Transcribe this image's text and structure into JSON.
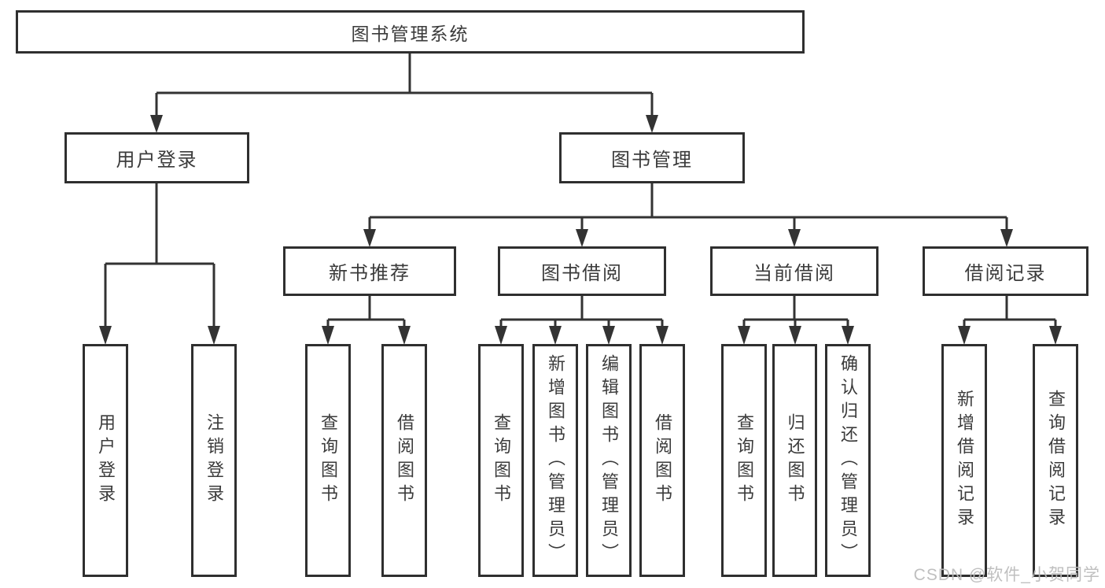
{
  "diagram": {
    "type": "hierarchy-tree",
    "nodes": {
      "root": {
        "label": "图书管理系统",
        "children": [
          "user_login",
          "book_management"
        ]
      },
      "user_login": {
        "label": "用户登录",
        "children": [
          "login",
          "logout"
        ]
      },
      "book_management": {
        "label": "图书管理",
        "children": [
          "new_book_recommend",
          "book_borrow",
          "current_borrow",
          "borrow_records"
        ]
      },
      "new_book_recommend": {
        "label": "新书推荐",
        "children": [
          "nb_query_books",
          "nb_borrow_books"
        ]
      },
      "book_borrow": {
        "label": "图书借阅",
        "children": [
          "bb_query_books",
          "bb_add_books",
          "bb_edit_books",
          "bb_borrow_books"
        ]
      },
      "current_borrow": {
        "label": "当前借阅",
        "children": [
          "cb_query_books",
          "cb_return_books",
          "cb_confirm_return"
        ]
      },
      "borrow_records": {
        "label": "借阅记录",
        "children": [
          "br_add_record",
          "br_query_record"
        ]
      },
      "login": {
        "label": "用户登录"
      },
      "logout": {
        "label": "注销登录"
      },
      "nb_query_books": {
        "label": "查询图书"
      },
      "nb_borrow_books": {
        "label": "借阅图书"
      },
      "bb_query_books": {
        "label": "查询图书"
      },
      "bb_add_books": {
        "label": "新增图书（管理员）"
      },
      "bb_edit_books": {
        "label": "编辑图书（管理员）"
      },
      "bb_borrow_books": {
        "label": "借阅图书"
      },
      "cb_query_books": {
        "label": "查询图书"
      },
      "cb_return_books": {
        "label": "归还图书"
      },
      "cb_confirm_return": {
        "label": "确认归还（管理员）"
      },
      "br_add_record": {
        "label": "新增借阅记录"
      },
      "br_query_record": {
        "label": "查询借阅记录"
      }
    }
  },
  "watermark": {
    "text": "CSDN @软件_小贺同学"
  },
  "colors": {
    "line": "#333333",
    "box_border": "#2f2f2f",
    "text": "#3b3b3b",
    "watermark": "#bcbcbc",
    "background": "#ffffff"
  }
}
